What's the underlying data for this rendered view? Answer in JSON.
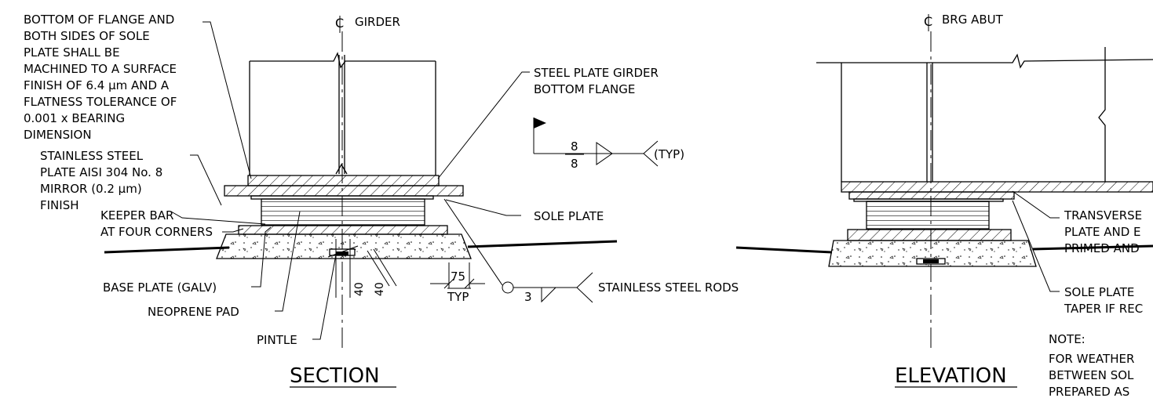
{
  "section": {
    "centerline_label": "GIRDER",
    "title": "SECTION",
    "notes": {
      "machined": [
        "BOTTOM OF FLANGE AND",
        "BOTH SIDES OF SOLE",
        "PLATE SHALL BE",
        "MACHINED TO A SURFACE",
        "FINISH OF 6.4 µm AND A",
        "FLATNESS TOLERANCE OF",
        "0.001 x BEARING",
        "DIMENSION"
      ],
      "stainless": [
        "STAINLESS STEEL",
        "PLATE AISI 304 No. 8",
        "MIRROR (0.2 µm)",
        "FINISH"
      ],
      "keeper": [
        "KEEPER BAR",
        "AT FOUR CORNERS"
      ],
      "base_plate": "BASE PLATE (GALV)",
      "neoprene": "NEOPRENE PAD",
      "pintle": "PINTLE",
      "girder_flange": [
        "STEEL PLATE GIRDER",
        "BOTTOM FLANGE"
      ],
      "sole_plate": "SOLE PLATE",
      "rods": "STAINLESS STEEL RODS"
    },
    "weld_top": "8",
    "weld_bottom": "8",
    "weld_typ": "(TYP)",
    "weld_rod_size": "3",
    "dim_40a": "40",
    "dim_40b": "40",
    "dim_75": "75",
    "dim_typ": "TYP"
  },
  "elevation": {
    "centerline_label": "BRG ABUT",
    "title": "ELEVATION",
    "notes": {
      "transverse": [
        "TRANSVERSE",
        "PLATE AND E",
        "PRIMED AND"
      ],
      "sole": [
        "SOLE PLATE",
        "TAPER IF REC"
      ],
      "note_label": "NOTE:",
      "note_lines": [
        "FOR WEATHER",
        "BETWEEN SOL",
        "PREPARED AS"
      ]
    }
  }
}
